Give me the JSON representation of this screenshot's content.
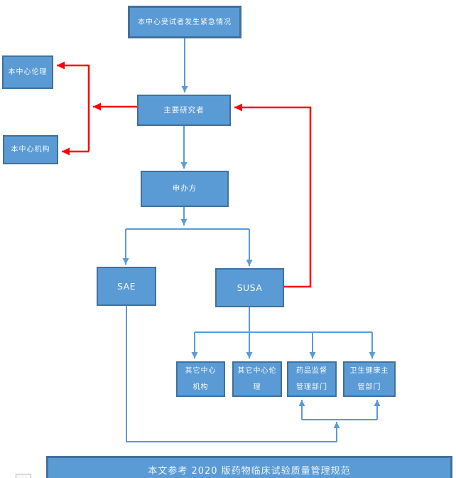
{
  "colors": {
    "box_fill": "#5b9bd5",
    "box_border": "#41719c",
    "connector_blue": "#5b9bd5",
    "connector_red": "#ff0000",
    "box_text": "#ffffff"
  },
  "flowchart": {
    "nodes": {
      "emergency": {
        "label": "本中心受试者发生紧急情况"
      },
      "center_ethics": {
        "label": "本中心伦理"
      },
      "center_org": {
        "label": "本中心机构"
      },
      "pi": {
        "label": "主要研究者"
      },
      "sponsor": {
        "label": "申办方"
      },
      "sae": {
        "label": "SAE"
      },
      "susa": {
        "label": "SUSA"
      },
      "other_center_org": {
        "label": "其它中心\n机构"
      },
      "other_center_ethics": {
        "label": "其它中心伦\n理"
      },
      "drug_admin": {
        "label": "药品监督\n管理部门"
      },
      "health_admin": {
        "label": "卫生健康主\n管部门"
      }
    },
    "edges": [
      {
        "from": "emergency",
        "to": "pi",
        "color": "blue"
      },
      {
        "from": "pi",
        "to": "sponsor",
        "color": "blue"
      },
      {
        "from": "sponsor",
        "to": "sae",
        "color": "blue"
      },
      {
        "from": "sponsor",
        "to": "susa",
        "color": "blue"
      },
      {
        "from": "susa",
        "to": "other_center_org",
        "color": "blue"
      },
      {
        "from": "susa",
        "to": "other_center_ethics",
        "color": "blue"
      },
      {
        "from": "susa",
        "to": "drug_admin",
        "color": "blue"
      },
      {
        "from": "susa",
        "to": "health_admin",
        "color": "blue"
      },
      {
        "from": "sae",
        "to": "drug_admin",
        "color": "blue"
      },
      {
        "from": "sae",
        "to": "health_admin",
        "color": "blue"
      },
      {
        "from": "pi",
        "to": "center_ethics",
        "color": "red"
      },
      {
        "from": "pi",
        "to": "center_org",
        "color": "red"
      },
      {
        "from": "susa",
        "to": "pi",
        "color": "red"
      }
    ],
    "footer_note": "本文参考 2020 版药物临床试验质量管理规范"
  }
}
